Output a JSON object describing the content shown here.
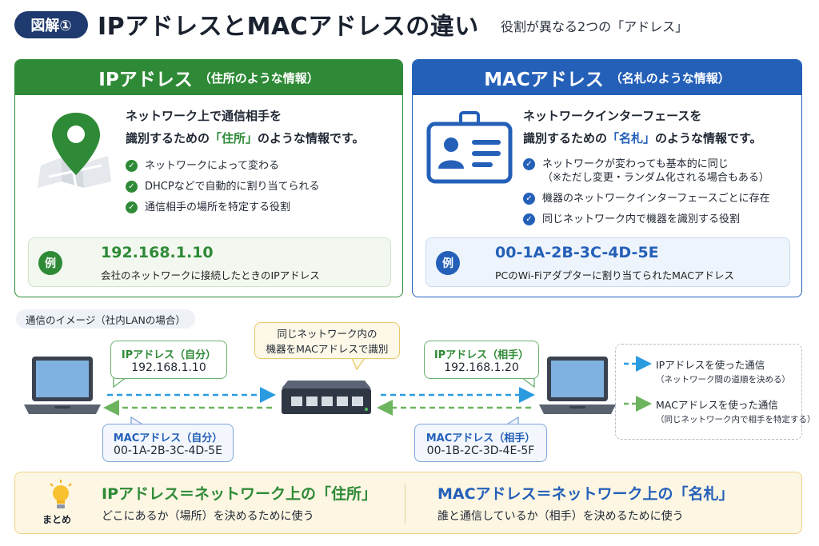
{
  "header": {
    "badge": "図解①",
    "title": "IPアドレスとMACアドレスの違い",
    "subtitle": "役割が異なる2つの「アドレス」"
  },
  "colors": {
    "ip_green": "#2e8a36",
    "mac_blue": "#2460b8",
    "navy": "#1f3a6e",
    "summary_bg": "#fdf6e3"
  },
  "ip_panel": {
    "title": "IPアドレス",
    "title_note": "（住所のような情報）",
    "desc_line1": "ネットワーク上で通信相手を",
    "desc_pre": "識別するための",
    "desc_highlight": "「住所」",
    "desc_post": "のような情報です。",
    "icon": "map-pin-icon",
    "bullets": [
      "ネットワークによって変わる",
      "DHCPなどで自動的に割り当てられる",
      "通信相手の場所を特定する役割"
    ],
    "example_badge": "例",
    "example_value": "192.168.1.10",
    "example_caption": "会社のネットワークに接続したときのIPアドレス"
  },
  "mac_panel": {
    "title": "MACアドレス",
    "title_note": "（名札のような情報）",
    "desc_line1": "ネットワークインターフェースを",
    "desc_pre": "識別するための",
    "desc_highlight": "「名札」",
    "desc_post": "のような情報です。",
    "icon": "id-badge-icon",
    "bullets": [
      "ネットワークが変わっても基本的に同じ",
      "機器のネットワークインターフェースごとに存在",
      "同じネットワーク内で機器を識別する役割"
    ],
    "bullet_note": "（※ただし変更・ランダム化される場合もある）",
    "example_badge": "例",
    "example_value": "00-1A-2B-3C-4D-5E",
    "example_caption": "PCのWi-Fiアダプターに割り当てられたMACアドレス"
  },
  "diagram": {
    "section_label": "通信のイメージ（社内LANの場合）",
    "left_ip_label": "IPアドレス（自分）",
    "left_ip_value": "192.168.1.10",
    "left_mac_label": "MACアドレス（自分）",
    "left_mac_value": "00-1A-2B-3C-4D-5E",
    "right_ip_label": "IPアドレス（相手）",
    "right_ip_value": "192.168.1.20",
    "right_mac_label": "MACアドレス（相手）",
    "right_mac_value": "00-1B-2C-3D-4E-5F",
    "switch_note_line1": "同じネットワーク内の",
    "switch_note_line2": "機器をMACアドレスで識別"
  },
  "legend": {
    "ip_title": "IPアドレスを使った通信",
    "ip_desc": "（ネットワーク間の道順を決める）",
    "mac_title": "MACアドレスを使った通信",
    "mac_desc": "（同じネットワーク内で相手を特定する）"
  },
  "summary": {
    "label": "まとめ",
    "ip_head": "IPアドレス＝ネットワーク上の「住所」",
    "ip_text": "どこにあるか（場所）を決めるために使う",
    "mac_head": "MACアドレス＝ネットワーク上の「名札」",
    "mac_text": "誰と通信しているか（相手）を決めるために使う"
  }
}
